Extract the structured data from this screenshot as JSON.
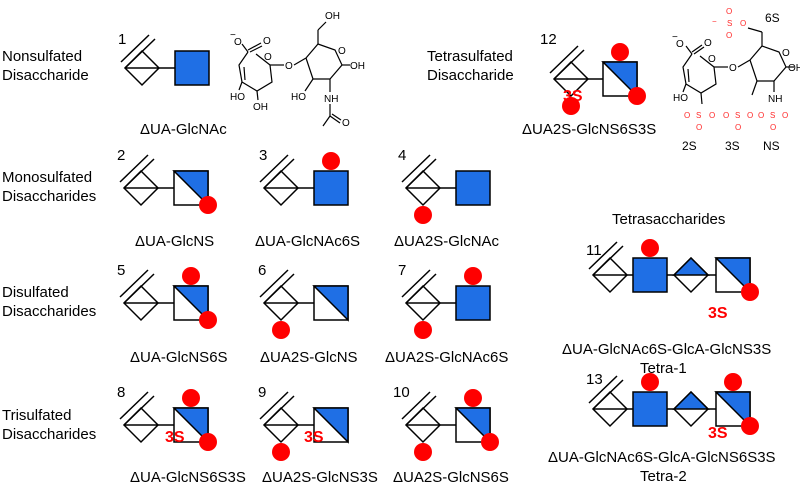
{
  "colors": {
    "blue": "#1f6fe5",
    "red": "#ff0000",
    "ink": "#000000",
    "sulfate": "#ff2a2a"
  },
  "rows": {
    "nonsulfated": [
      "Nonsulfated",
      "Disaccharide"
    ],
    "tetrasulfated": [
      "Tetrasulfated",
      "Disaccharide"
    ],
    "monosulfated": [
      "Monosulfated",
      "Disaccharides"
    ],
    "disulfated": [
      "Disulfated",
      "Disaccharides"
    ],
    "trisulfated": [
      "Trisulfated",
      "Disaccharides"
    ]
  },
  "section_title": "Tetrasaccharides",
  "badge": "3S",
  "compounds": [
    {
      "num": "1",
      "name": "ΔUA-GlcNAc",
      "uronic": "none",
      "glucosamine": "GlcNAc"
    },
    {
      "num": "2",
      "name": "ΔUA-GlcNS",
      "uronic": "none",
      "glucosamine": "GlcNS"
    },
    {
      "num": "3",
      "name": "ΔUA-GlcNAc6S",
      "uronic": "none",
      "glucosamine": "GlcNAc",
      "sulfates": [
        "6S"
      ]
    },
    {
      "num": "4",
      "name": "ΔUA2S-GlcNAc",
      "uronic": "2S",
      "glucosamine": "GlcNAc"
    },
    {
      "num": "5",
      "name": "ΔUA-GlcNS6S",
      "uronic": "none",
      "glucosamine": "GlcNS",
      "sulfates": [
        "6S"
      ]
    },
    {
      "num": "6",
      "name": "ΔUA2S-GlcNS",
      "uronic": "2S",
      "glucosamine": "GlcNS"
    },
    {
      "num": "7",
      "name": "ΔUA2S-GlcNAc6S",
      "uronic": "2S",
      "glucosamine": "GlcNAc",
      "sulfates": [
        "6S"
      ]
    },
    {
      "num": "8",
      "name": "ΔUA-GlcNS6S3S",
      "uronic": "none",
      "glucosamine": "GlcNS",
      "sulfates": [
        "6S",
        "3S"
      ]
    },
    {
      "num": "9",
      "name": "ΔUA2S-GlcNS3S",
      "uronic": "2S",
      "glucosamine": "GlcNS",
      "sulfates": [
        "3S"
      ]
    },
    {
      "num": "10",
      "name": "ΔUA2S-GlcNS6S",
      "uronic": "2S",
      "glucosamine": "GlcNS",
      "sulfates": [
        "6S"
      ]
    },
    {
      "num": "11",
      "name": "ΔUA-GlcNAc6S-GlcA-GlcNS3S",
      "alias": "Tetra-1"
    },
    {
      "num": "12",
      "name": "ΔUA2S-GlcNS6S3S",
      "uronic": "2S",
      "glucosamine": "GlcNS",
      "sulfates": [
        "6S",
        "3S"
      ]
    },
    {
      "num": "13",
      "name": "ΔUA-GlcNAc6S-GlcA-GlcNS6S3S",
      "alias": "Tetra-2"
    }
  ],
  "structure_nonsulfated": {
    "atoms": {
      "carboxylate": "O",
      "charge": "−",
      "hydroxyl": "OH",
      "ring_o": "O",
      "amide": "NH",
      "linker": "O",
      "oh_a": "HO",
      "oh_b": "OH",
      "oh_c": "HO",
      "oh_d": "OH",
      "carbonyl": "O"
    }
  },
  "structure_tetrasulfated": {
    "atoms": {
      "carboxylate": "O",
      "charge": "−",
      "ring_o": "O",
      "linker": "O",
      "amide": "NH",
      "hydroxyl_a": "HO",
      "hydroxyl_b": "OH"
    },
    "sulfate_atoms": {
      "s": "S",
      "o": "O",
      "charge": "−"
    },
    "labels": {
      "six": "6S",
      "two": "2S",
      "three": "3S",
      "n": "NS"
    }
  }
}
